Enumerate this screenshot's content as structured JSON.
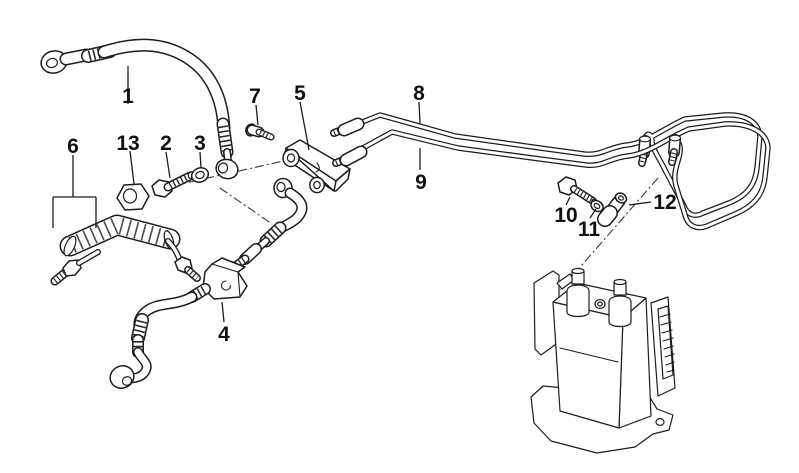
{
  "diagram": {
    "colors": {
      "background": "#ffffff",
      "line": "#1d1d1d",
      "label": "#111111"
    },
    "callouts": [
      {
        "label": "1"
      },
      {
        "label": "2"
      },
      {
        "label": "3"
      },
      {
        "label": "4"
      },
      {
        "label": "5"
      },
      {
        "label": "6"
      },
      {
        "label": "7"
      },
      {
        "label": "8"
      },
      {
        "label": "9"
      },
      {
        "label": "10"
      },
      {
        "label": "11"
      },
      {
        "label": "12"
      },
      {
        "label": "13"
      }
    ]
  }
}
